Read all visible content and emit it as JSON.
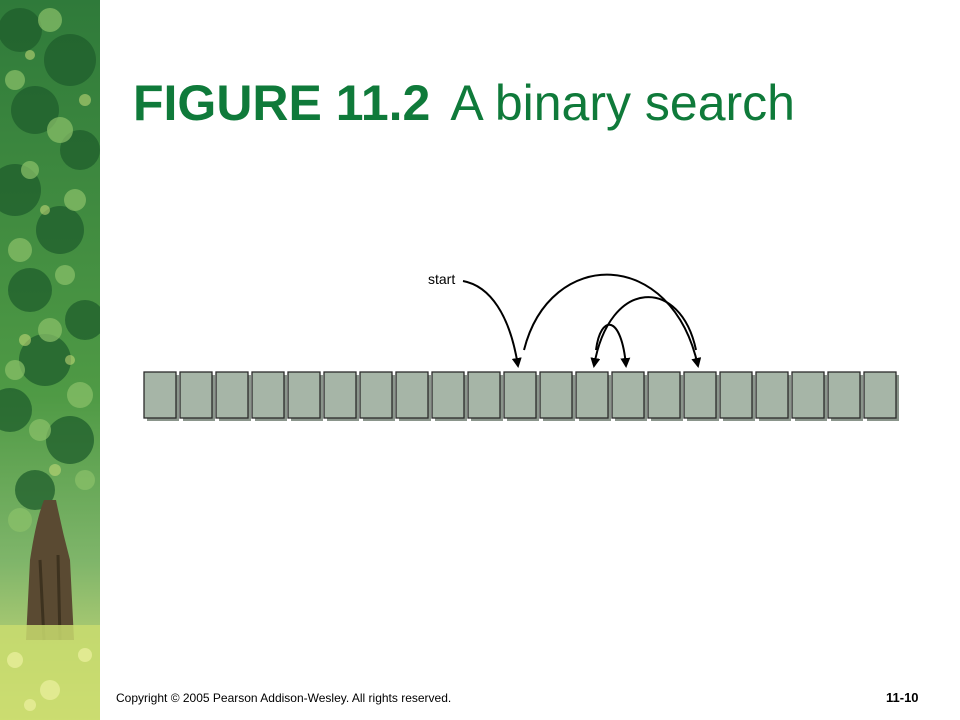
{
  "slide": {
    "title_number": "FIGURE 11.2",
    "title_text": "A binary search",
    "diagram_label": "start",
    "copyright": "Copyright © 2005 Pearson Addison-Wesley. All rights reserved.",
    "page_number": "11-10"
  },
  "array": {
    "cell_count": 21,
    "probe_sequence": [
      10,
      15,
      12,
      13
    ]
  },
  "colors": {
    "title": "#0f7a3a",
    "cell_fill": "#a6b5a7",
    "cell_stroke": "#2b2b2b",
    "cell_shadow": "#8a958b",
    "arrow": "#000000"
  }
}
